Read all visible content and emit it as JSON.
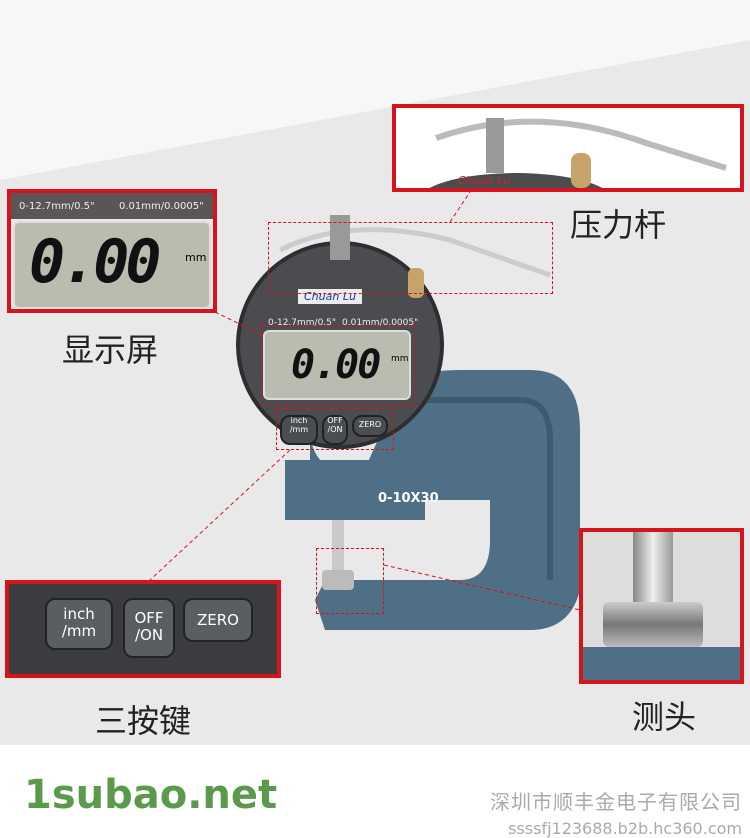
{
  "callouts": {
    "display": "显示屏",
    "lever": "压力杆",
    "buttons": "三按键",
    "probe": "测头"
  },
  "display": {
    "range": "0-12.7mm/0.5\"",
    "resolution": "0.01mm/0.0005\"",
    "reading": "0.00",
    "unit": "mm"
  },
  "brand": "Chuan Lu",
  "buttons": {
    "inch": "inch\n/mm",
    "off": "OFF\n/ON",
    "zero": "ZERO"
  },
  "model": "0-10X30",
  "watermark": {
    "company": "深圳市顺丰金电子有限公司",
    "url": "ssssfj123688.b2b.hc360.com",
    "site": "1subao.net"
  },
  "colors": {
    "callout_border": "#d6141b",
    "frame": "#4e6f86"
  }
}
